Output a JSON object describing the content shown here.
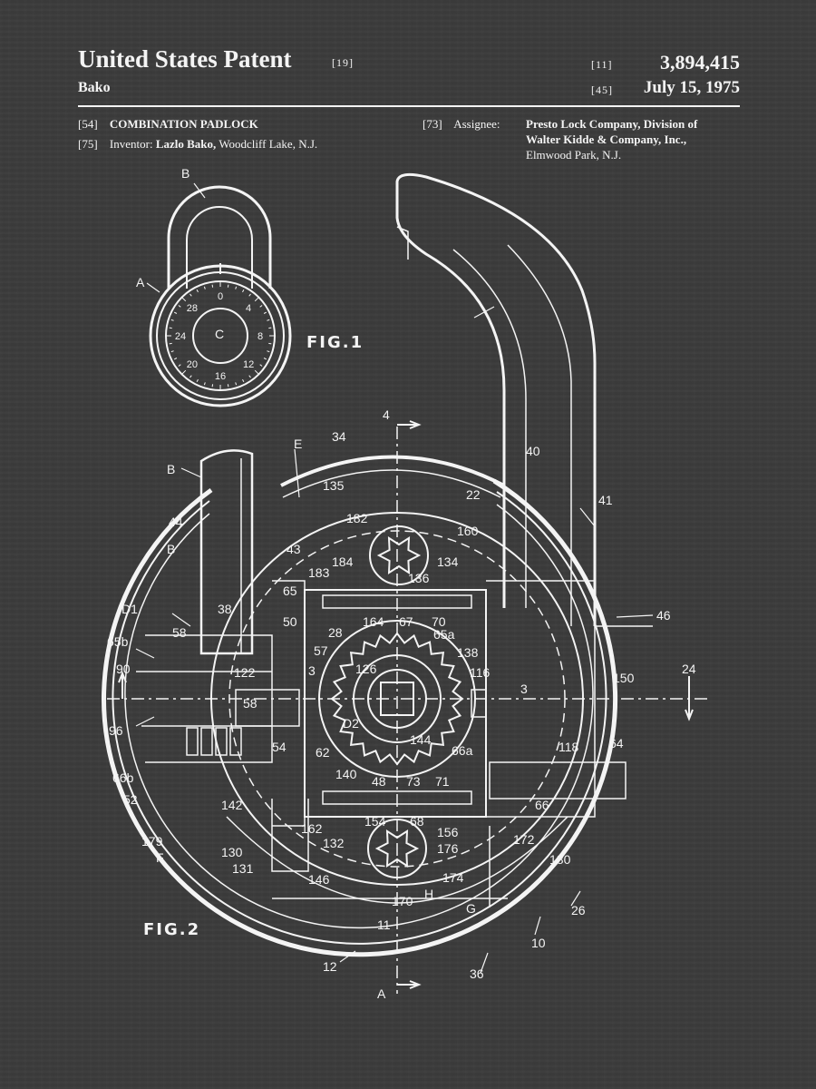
{
  "header": {
    "title": "United States Patent",
    "title_code": "[19]",
    "inventor_short": "Bako",
    "number_code": "[11]",
    "patent_number": "3,894,415",
    "date_code": "[45]",
    "patent_date": "July 15, 1975"
  },
  "meta": {
    "title_code": "[54]",
    "invention_title": "COMBINATION PADLOCK",
    "inventor_code": "[75]",
    "inventor_label": "Inventor:",
    "inventor_name": "Lazlo Bako,",
    "inventor_location": "Woodcliff Lake, N.J.",
    "assignee_code": "[73]",
    "assignee_label": "Assignee:",
    "assignee_line1": "Presto Lock Company, Division of",
    "assignee_line2": "Walter Kidde & Company, Inc.,",
    "assignee_line3": "Elmwood Park, N.J."
  },
  "figures": {
    "fig1_label": "FIG.1",
    "fig2_label": "FIG.2",
    "dial_numbers": [
      "0",
      "4",
      "8",
      "12",
      "16",
      "20",
      "24",
      "28"
    ],
    "fig1_refs": [
      "A",
      "B",
      "C"
    ],
    "fig2_refs": [
      "B",
      "E",
      "34",
      "40",
      "4",
      "22",
      "135",
      "41",
      "44",
      "160",
      "182",
      "B",
      "43",
      "134",
      "184",
      "183",
      "136",
      "65",
      "D1",
      "38",
      "164",
      "67",
      "70",
      "50",
      "46",
      "58",
      "28",
      "65a",
      "65b",
      "57",
      "138",
      "90",
      "3",
      "126",
      "116",
      "122",
      "150",
      "24",
      "3",
      "58",
      "D2",
      "96",
      "54",
      "144",
      "118",
      "64",
      "62",
      "66a",
      "66b",
      "140",
      "48",
      "73",
      "71",
      "52",
      "142",
      "154",
      "68",
      "66",
      "156",
      "179",
      "132",
      "176",
      "172",
      "162",
      "F",
      "130",
      "131",
      "146",
      "174",
      "170",
      "H",
      "180",
      "G",
      "26",
      "11",
      "10",
      "12",
      "36",
      "A",
      "4"
    ]
  }
}
